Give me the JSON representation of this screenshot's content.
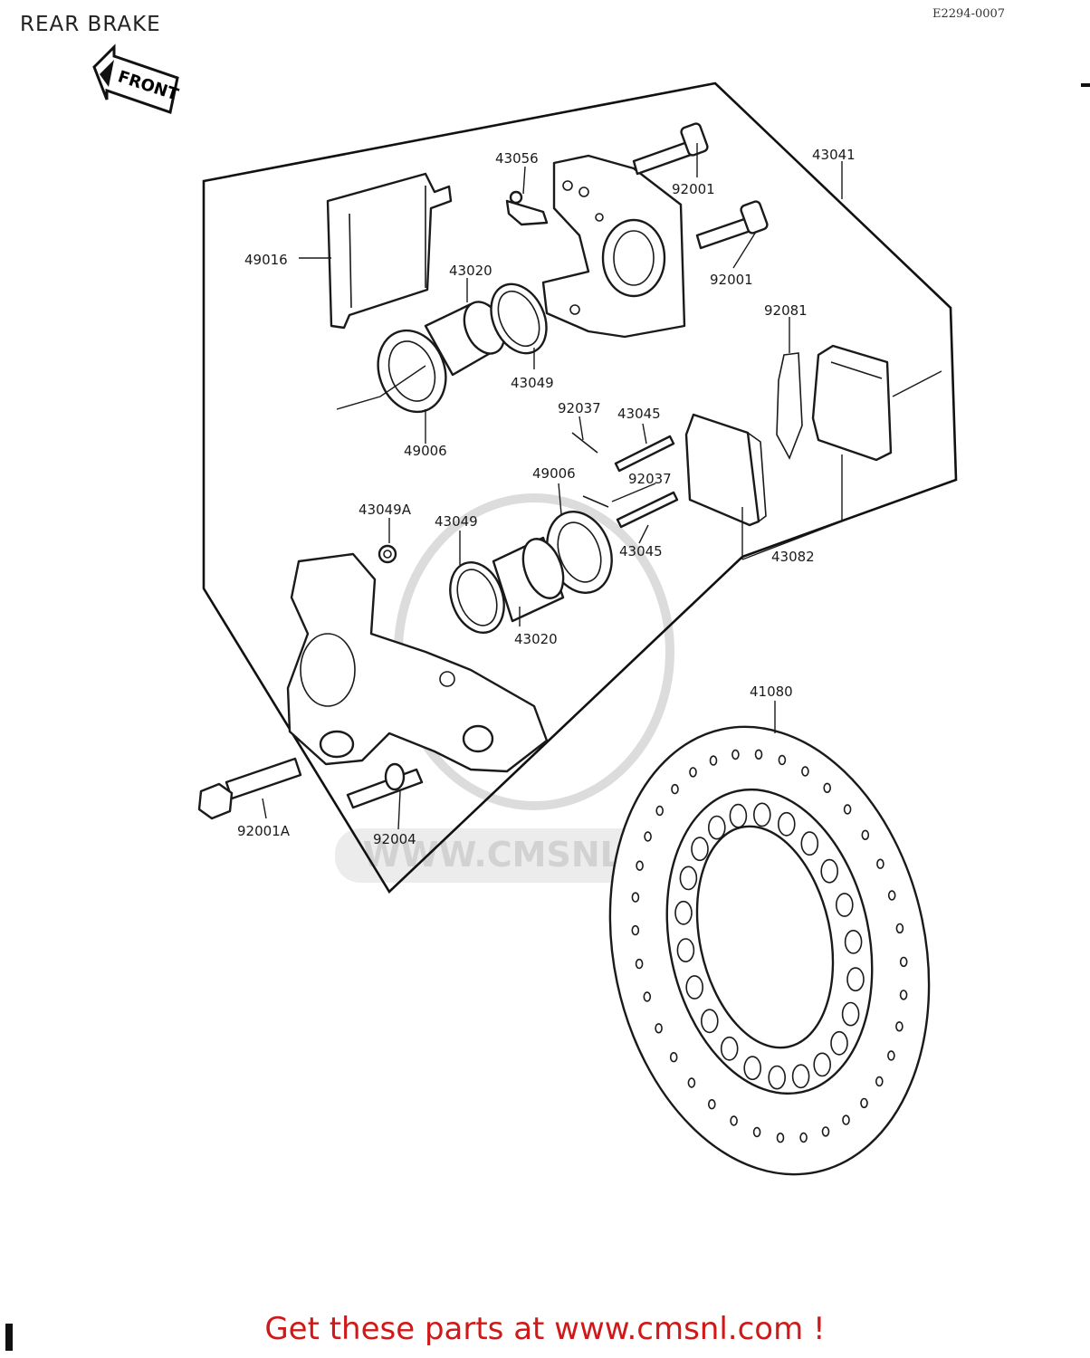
{
  "title": "REAR BRAKE",
  "drawing_code": "E2294-0007",
  "front_label": "FRONT",
  "watermark": "WWW.CMSNL.COM",
  "footer": "Get these parts at www.cmsnl.com !",
  "labels": {
    "p43056": "43056",
    "p92001a": "92001",
    "p92001b": "92001",
    "p43041": "43041",
    "p49016": "49016",
    "p43020a": "43020",
    "p43049a": "43049",
    "p92081": "92081",
    "p49006a": "49006",
    "p92037a": "92037",
    "p43045a": "43045",
    "p49006b": "49006",
    "p92037b": "92037",
    "p43049A": "43049A",
    "p43049b": "43049",
    "p43045b": "43045",
    "p43082": "43082",
    "p43020b": "43020",
    "p41080": "41080",
    "p92001A": "92001A",
    "p92004": "92004"
  }
}
